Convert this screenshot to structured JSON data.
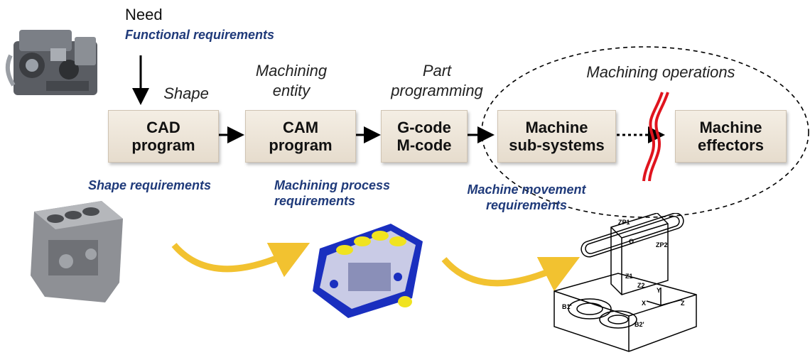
{
  "header": {
    "need": "Need",
    "functional": "Functional requirements"
  },
  "stage_labels": {
    "shape": "Shape",
    "machining_entity": "Machining\nentity",
    "part_programming": "Part\nprogramming",
    "machining_operations": "Machining operations"
  },
  "boxes": [
    {
      "label": "CAD\nprogram"
    },
    {
      "label": "CAM\nprogram"
    },
    {
      "label": "G-code\nM-code"
    },
    {
      "label": "Machine\nsub-systems"
    },
    {
      "label": "Machine\neffectors"
    }
  ],
  "requirements": {
    "shape": "Shape requirements",
    "machining_process": "Machining process\nrequirements",
    "machine_movement": "Machine movement\nrequirements"
  },
  "machine_labels": {
    "zp1": "ZP1",
    "zp2": "ZP2",
    "o": "O",
    "z1": "Z1",
    "z2": "Z2",
    "b1": "B1'",
    "b2": "B2'",
    "x": "X",
    "y": "Y",
    "z": "Z"
  },
  "colors": {
    "box_fill": "#ece4d8",
    "requirement_text": "#1f3a7a",
    "arrow_gold": "#f2c230",
    "break_red": "#e0141e"
  }
}
